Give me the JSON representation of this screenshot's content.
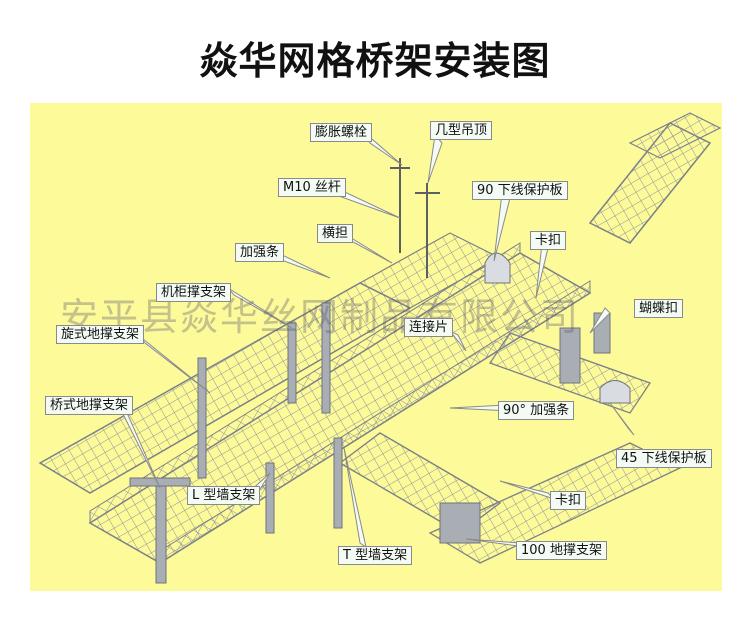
{
  "title": "焱华网格桥架安装图",
  "watermark": "安平县焱华丝网制品有限公司",
  "labels": {
    "expansion_bolt": "膨胀螺栓",
    "ji_hanger": "几型吊顶",
    "m10_rod": "M10 丝杆",
    "drop_guard_90": "90 下线保护板",
    "cross_arm": "横担",
    "stiffener": "加强条",
    "clip_top": "卡扣",
    "cabinet_support": "机柜撑支架",
    "butterfly_clip": "蝴蝶扣",
    "connector": "连接片",
    "rotary_floor_support": "旋式地撑支架",
    "stiffener_90": "90° 加强条",
    "bridge_floor_support": "桥式地撑支架",
    "drop_guard_45": "45 下线保护板",
    "l_wall_support": "L 型墙支架",
    "clip_bottom": "卡扣",
    "t_wall_support": "T 型墙支架",
    "floor_support_100": "100 地撑支架"
  },
  "colors": {
    "background": "#fdfa9a",
    "label_fill": "#f4fbf4",
    "wire": "#8a8f96"
  }
}
